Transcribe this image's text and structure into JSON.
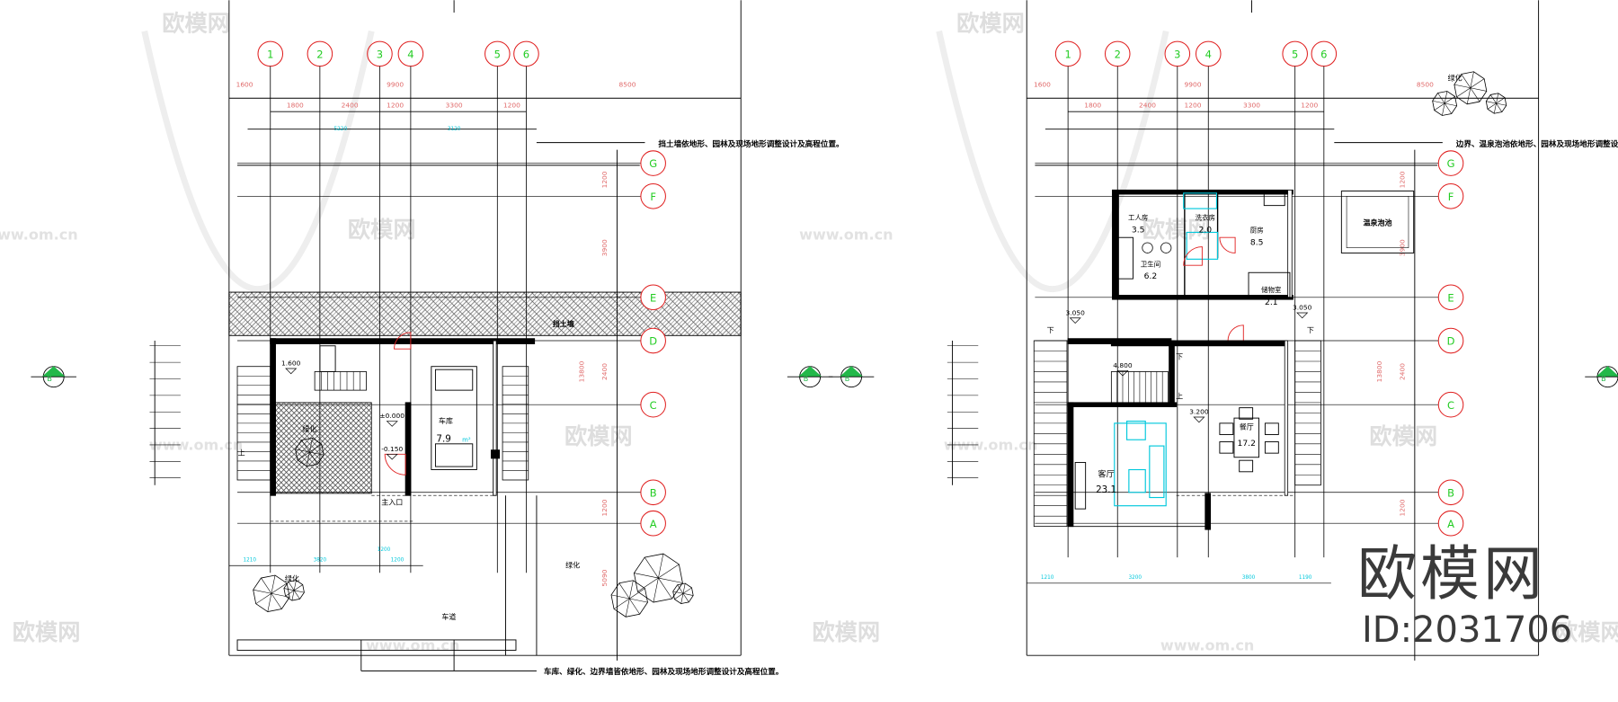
{
  "watermark": {
    "brand": "欧模网",
    "site": "www.om.cn",
    "id": "ID:2031706"
  },
  "colors": {
    "axis_circle": "#e02020",
    "axis_label": "#22cc22",
    "dim_red": "#e06a6a",
    "dim_cyan": "#00c8dc",
    "wall": "#000000",
    "furniture": "#00c8dc",
    "door": "#e02020"
  },
  "plans": [
    {
      "axes_x": [
        "1",
        "2",
        "3",
        "4",
        "5",
        "6"
      ],
      "axes_y": [
        "G",
        "F",
        "E",
        "D",
        "C",
        "B",
        "A"
      ],
      "dims_top_overall": [
        "1600",
        "9900",
        "8500"
      ],
      "dims_top": [
        "1800",
        "2400",
        "1200",
        "3300",
        "1200"
      ],
      "dims_top_inner": [
        "5220",
        "3120"
      ],
      "dims_right": [
        "1200",
        "3900",
        "2400",
        "13800",
        "1200",
        "5090"
      ],
      "note_top": "挡土墙依地形、园林及现场地形调整设计及高程位置。",
      "note_bottom": "车库、绿化、边界墙皆依地形、园林及现场地形调整设计及高程位置。",
      "retaining_wall": "挡土墙",
      "section_mark": "B",
      "rooms": [
        {
          "name": "车库",
          "area": "7.9",
          "unit": "m²"
        },
        {
          "name": "绿化"
        }
      ],
      "levels": [
        "1.600",
        "±0.000",
        "-0.150"
      ],
      "labels": {
        "entrance": "主入口",
        "up": "上",
        "green1": "绿化",
        "green2": "绿化",
        "driveway": "车道"
      },
      "dims_bottom": [
        "1210",
        "3820",
        "1200",
        "1200"
      ]
    },
    {
      "axes_x": [
        "1",
        "2",
        "3",
        "4",
        "5",
        "6"
      ],
      "axes_y": [
        "G",
        "F",
        "E",
        "D",
        "C",
        "B",
        "A"
      ],
      "dims_top_overall": [
        "1600",
        "9900",
        "8500"
      ],
      "dims_top": [
        "1800",
        "2400",
        "1200",
        "3300",
        "1200"
      ],
      "dims_right": [
        "1200",
        "3900",
        "2400",
        "13800",
        "1200"
      ],
      "note_top": "边界、温泉泡池依地形、园林及现场地形调整设计及高程位置。",
      "section_mark": "B",
      "rooms": [
        {
          "name": "工人房",
          "area": "3.5"
        },
        {
          "name": "洗衣房",
          "area": "2.0"
        },
        {
          "name": "厨房",
          "area": "8.5"
        },
        {
          "name": "卫生间",
          "area": "6.2"
        },
        {
          "name": "储物室",
          "area": "2.1"
        },
        {
          "name": "客厅",
          "area": "23.1"
        },
        {
          "name": "餐厅",
          "area": "17.2"
        },
        {
          "name": "温泉泡池"
        },
        {
          "name": "绿化"
        }
      ],
      "levels": [
        "3.050",
        "4.800",
        "3.200",
        "3.050"
      ],
      "labels": {
        "down": "下",
        "up": "上"
      },
      "dims_bottom": [
        "1210",
        "3200",
        "3800",
        "1190"
      ]
    }
  ]
}
